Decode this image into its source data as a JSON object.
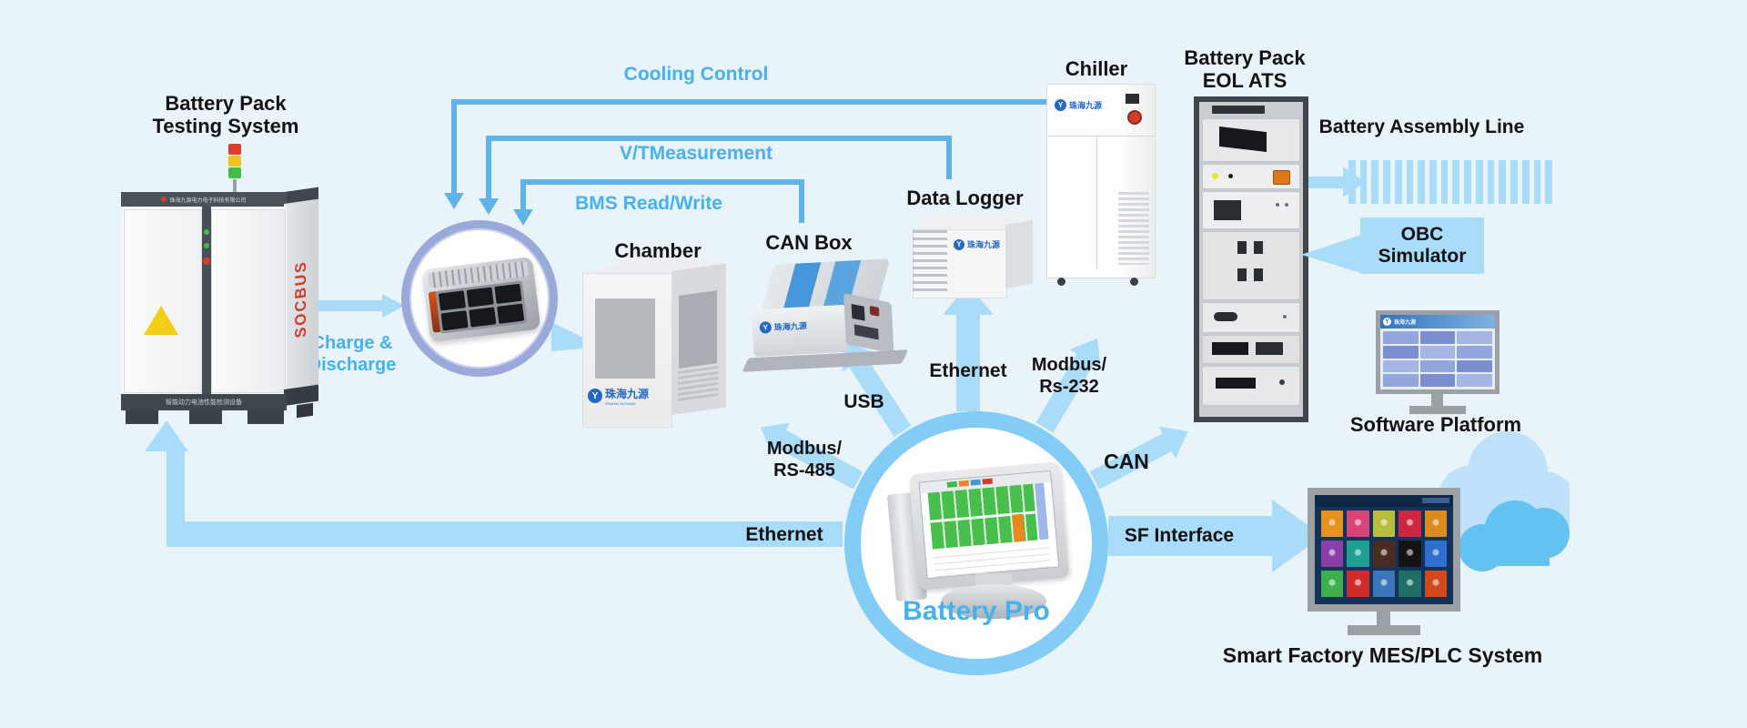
{
  "colors": {
    "background": "#e9f3fa",
    "line_blue": "#5fb3e9",
    "arrow_light": "#a9dcf8",
    "label_blue": "#45b1ef",
    "text_dark": "#121212",
    "obc_bg": "#a9dcf8",
    "ring_lavender": "#9aa8da",
    "ring_sky": "#82ccf5",
    "logo_blue": "#2468c4",
    "brand_red": "#d23c2a"
  },
  "icons": {
    "high_voltage": "⚡",
    "logo_glyph": "Y"
  },
  "nodes": {
    "testing_system": {
      "label": "Battery Pack\nTesting System",
      "brand_vertical": "SOCBUS",
      "company_cn": "珠海九源电力电子科技有限公司",
      "base_cn": "智能动力电池性能检测设备"
    },
    "chamber": {
      "label": "Chamber",
      "logo_cn": "珠海九源",
      "logo_en": "ZHUHAI JIUYUAN"
    },
    "can_box": {
      "label": "CAN Box",
      "logo_cn": "珠海九源"
    },
    "data_logger": {
      "label": "Data Logger",
      "logo_cn": "珠海九源"
    },
    "chiller": {
      "label": "Chiller",
      "logo_cn": "珠海九源"
    },
    "eol_ats": {
      "label": "Battery Pack\nEOL ATS"
    },
    "assembly_line": {
      "label": "Battery Assembly Line",
      "stripe_count": 18
    },
    "obc_simulator": {
      "label": "OBC\nSimulator"
    },
    "software_platform": {
      "label": "Software Platform",
      "logo_cn": "珠海九源",
      "table_rows": 4,
      "table_cols": 3,
      "cell_colors": [
        "#93a7dc",
        "#7b8fd0",
        "#a6b6e4"
      ]
    },
    "battery_pro": {
      "label": "Battery Pro"
    },
    "smart_factory": {
      "label": "Smart Factory MES/PLC System",
      "tiles": [
        "#e6921f",
        "#d9437a",
        "#b9bd3c",
        "#cf2540",
        "#dc8b1e",
        "#8a3fa8",
        "#1f9e92",
        "#4a2c20",
        "#141414",
        "#2f6fd0",
        "#3faf4e",
        "#d02c2c",
        "#3a76b8",
        "#1e6e66",
        "#d04a1e"
      ]
    }
  },
  "connections": {
    "cooling_control": "Cooling Control",
    "vt_measurement": "V/TMeasurement",
    "bms_read_write": "BMS Read/Write",
    "charge_discharge": "Charge &\nDischarge",
    "modbus_rs485": "Modbus/\nRS-485",
    "usb": "USB",
    "ethernet_up": "Ethernet",
    "modbus_rs232": "Modbus/\nRs-232",
    "can": "CAN",
    "sf_interface": "SF Interface",
    "ethernet_main": "Ethernet"
  }
}
